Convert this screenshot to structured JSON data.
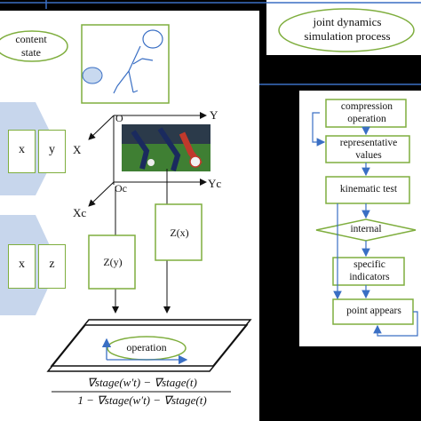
{
  "left_panel": {
    "content_state": "content\nstate",
    "axes": {
      "o": "O",
      "y": "Y",
      "x": "X",
      "oc": "Oc",
      "yc": "Yc",
      "xc": "Xc"
    },
    "xy_boxes": [
      "x",
      "y"
    ],
    "xz_boxes": [
      "x",
      "z"
    ],
    "zy_label": "Z(y)",
    "zx_label": "Z(x)",
    "operation": "operation",
    "formula_numerator": "∇stage(w′t) − ∇stage(t)",
    "formula_denominator": "1 − ∇stage(w′t) − ∇stage(t)"
  },
  "right_panel": {
    "title": "joint dynamics\nsimulation process",
    "steps": [
      "compression\noperation",
      "representative\nvalues",
      "kinematic test",
      "internal",
      "specific\nindicators",
      "point appears"
    ]
  },
  "colors": {
    "green_border": "#7fae3e",
    "ellipse_fill": "#c8d9ef",
    "arrow_blue": "#3a6fc4",
    "chevron_fill": "#c7d6ec"
  }
}
